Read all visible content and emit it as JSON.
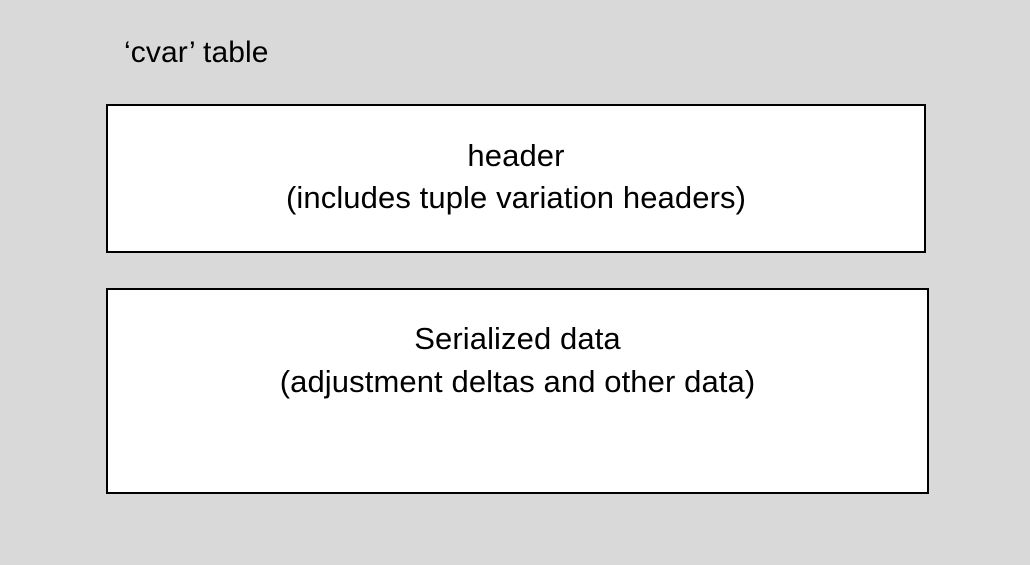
{
  "slide": {
    "background_color": "#d9d9d9",
    "title": "‘cvar’ table"
  },
  "blocks": [
    {
      "id": "header-block",
      "name": "header-block",
      "fill_color": "#ffffff",
      "border_color": "#000000",
      "lines": [
        "header",
        "(includes tuple variation headers)"
      ]
    },
    {
      "id": "serialized-data-block",
      "name": "serialized-data-block",
      "fill_color": "#ffffff",
      "border_color": "#000000",
      "lines": [
        "Serialized data",
        "(adjustment deltas and other data)"
      ]
    }
  ]
}
